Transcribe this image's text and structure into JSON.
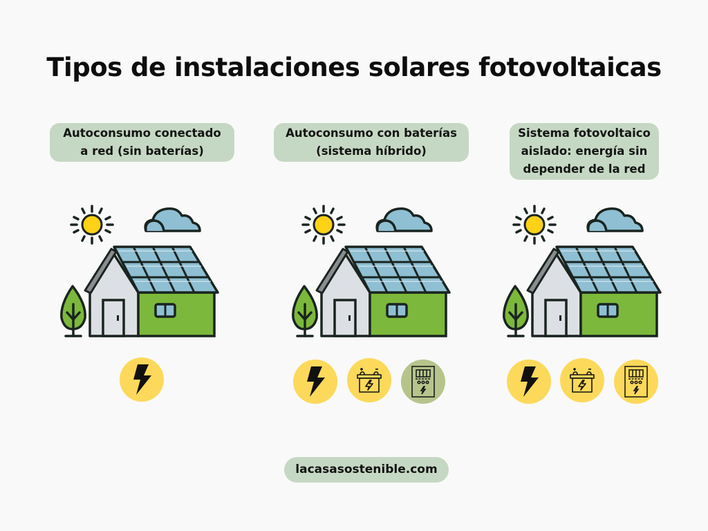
{
  "title": "Tipos de instalaciones solares fotovoltaicas",
  "colors": {
    "background": "#f9f9f9",
    "label_bg": "#c5d8c3",
    "yellow_circle": "#fcd95a",
    "green_circle": "#b6c48c",
    "house_green": "#7cb83b",
    "house_gray": "#dcdfe3",
    "panel_blue": "#8fbfd3",
    "sun_yellow": "#fcd116",
    "outline": "#1a2420"
  },
  "columns": [
    {
      "label_lines": [
        "Autoconsumo conectado",
        "a red (sin baterías)"
      ],
      "illustration": "house-with-solar-panels",
      "icons": [
        {
          "name": "lightning-icon",
          "bg": "yellow"
        }
      ]
    },
    {
      "label_lines": [
        "Autoconsumo con baterías",
        "(sistema híbrido)"
      ],
      "illustration": "house-with-solar-panels",
      "icons": [
        {
          "name": "lightning-icon",
          "bg": "yellow"
        },
        {
          "name": "battery-icon",
          "bg": "yellow"
        },
        {
          "name": "meter-icon",
          "bg": "green"
        }
      ]
    },
    {
      "label_lines": [
        "Sistema fotovoltaico",
        "aislado: energía sin",
        "depender de la red"
      ],
      "illustration": "house-with-solar-panels",
      "icons": [
        {
          "name": "lightning-icon",
          "bg": "yellow"
        },
        {
          "name": "battery-icon",
          "bg": "yellow"
        },
        {
          "name": "meter-icon",
          "bg": "yellow"
        }
      ]
    }
  ],
  "footer": "lacasasostenible.com"
}
